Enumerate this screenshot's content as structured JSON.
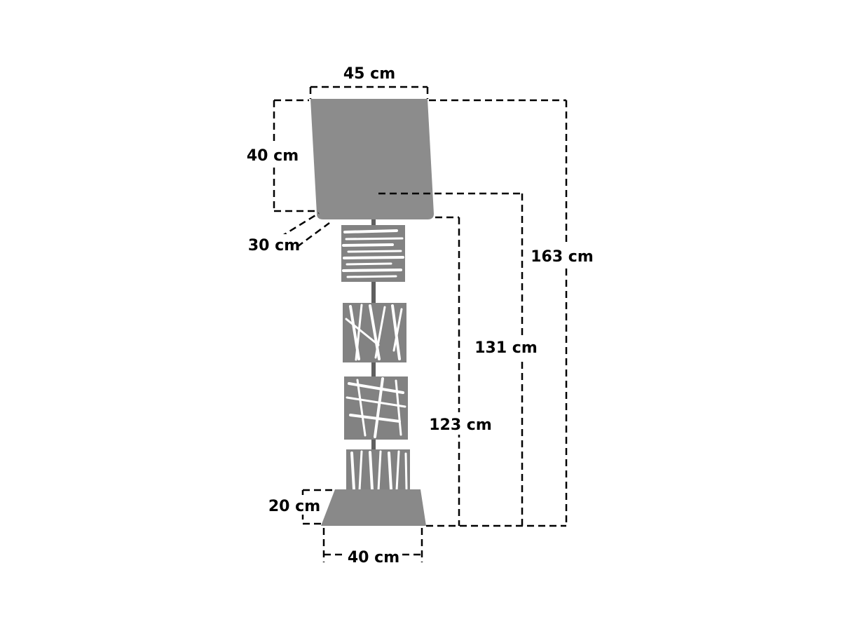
{
  "diagram": {
    "type": "product-dimension-diagram",
    "subject": "floor lamp with slatted panel column, shade and base",
    "unit": "cm",
    "colors": {
      "lamp_fill": "#8c8c8c",
      "panel_fill": "#828282",
      "pole_fill": "#5f5f5f",
      "base_fill": "#898989",
      "line": "#000000",
      "background": "#ffffff"
    },
    "labels": {
      "shade_width": "45 cm",
      "shade_height": "40 cm",
      "shade_depth": "30 cm",
      "total_height": "163 cm",
      "socket_height": "131 cm",
      "body_height": "123 cm",
      "base_height": "20 cm",
      "base_width": "40 cm"
    }
  }
}
